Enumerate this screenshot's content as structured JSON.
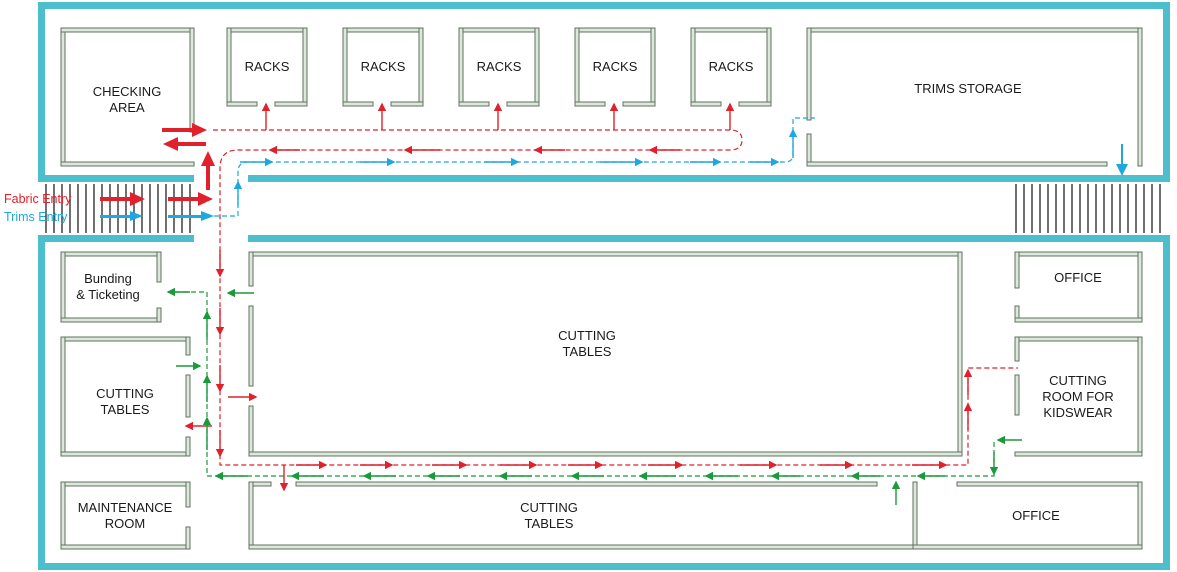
{
  "colors": {
    "outer_wall": "#4dbfcc",
    "inner_wall_fill": "#dde8dd",
    "inner_wall_stroke": "#607060",
    "fabric_flow": "#e0202a",
    "trims_flow": "#1ea8e0",
    "cutting_flow": "#1a9a3a"
  },
  "legend": {
    "fabric_entry": "Fabric Entry",
    "trims_entry": "Trims Entry"
  },
  "rooms": {
    "checking_area": [
      "CHECKING",
      "AREA"
    ],
    "racks_label": "RACKS",
    "trims_storage": "TRIMS STORAGE",
    "bunding": [
      "Bunding",
      "& Ticketing"
    ],
    "cutting_tables_center": [
      "CUTTING",
      "TABLES"
    ],
    "cutting_tables_left": [
      "CUTTING",
      "TABLES"
    ],
    "cutting_tables_bottom": [
      "CUTTING",
      "TABLES"
    ],
    "maintenance": [
      "MAINTENANCE",
      "ROOM"
    ],
    "office_top": "OFFICE",
    "office_bottom": "OFFICE",
    "kidswear": [
      "CUTTING",
      "ROOM FOR",
      "KIDSWEAR"
    ]
  }
}
